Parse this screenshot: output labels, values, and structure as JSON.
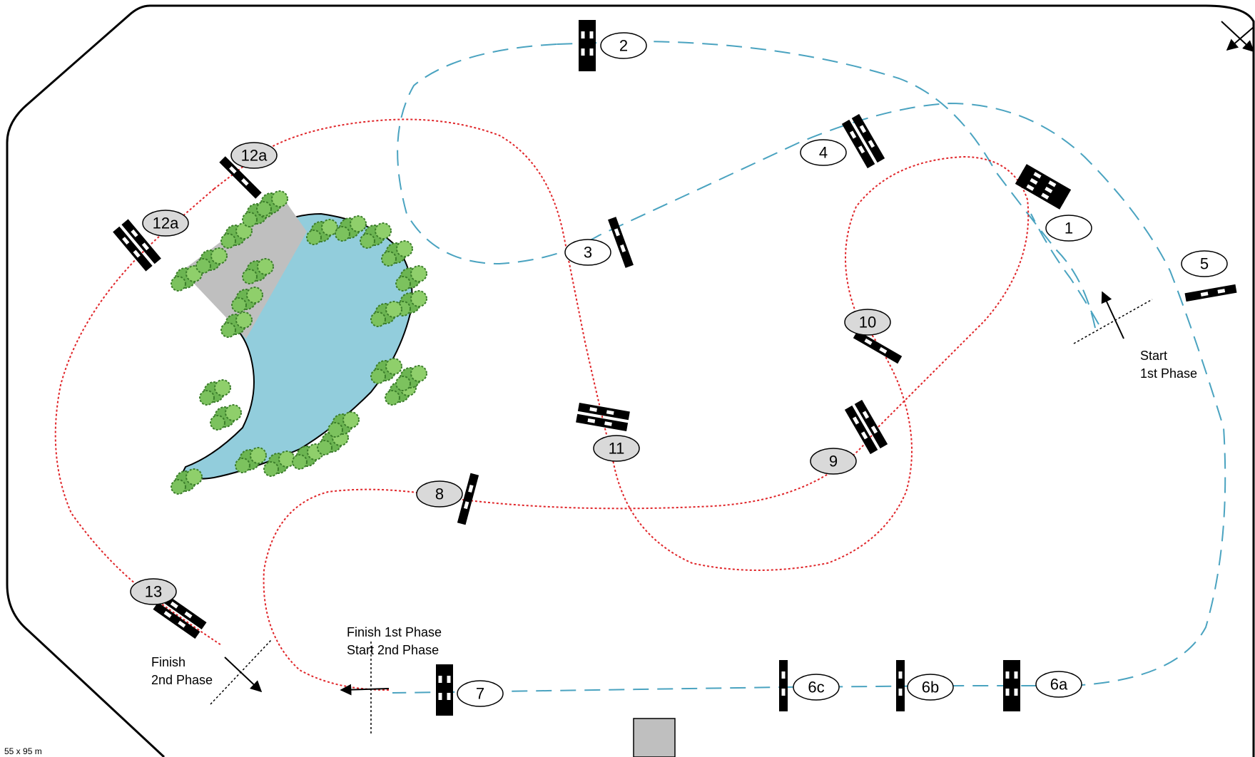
{
  "diagram": {
    "scale_label": "55 x 95 m",
    "start_phase1": [
      "Start",
      "1st Phase"
    ],
    "finish_phase1_start_phase2": [
      "Finish 1st Phase",
      "Start   2nd Phase"
    ],
    "finish_phase2": [
      "Finish",
      "2nd Phase"
    ],
    "phase1_color": "#4aa3c0",
    "phase2_color": "#e0262a",
    "water_color": "#92cddc",
    "bush_color": "#5fa84a",
    "phase1_obstacles": [
      "1",
      "2",
      "3",
      "4",
      "5",
      "6a",
      "6b",
      "6c",
      "7"
    ],
    "phase2_obstacles": [
      "8",
      "9",
      "10",
      "11",
      "12a",
      "12a",
      "13"
    ]
  }
}
